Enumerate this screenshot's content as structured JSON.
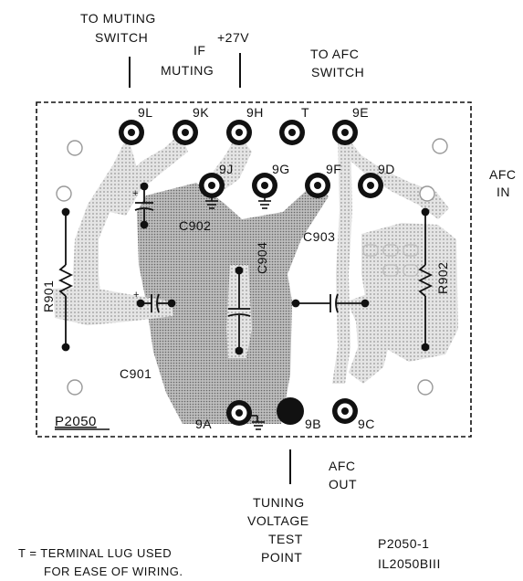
{
  "labels": {
    "to_muting_l1": "TO MUTING",
    "to_muting_l2": "SWITCH",
    "if_muting_l1": "IF",
    "if_muting_l2": "MUTING",
    "plus27v": "+27V",
    "to_afc_l1": "TO AFC",
    "to_afc_l2": "SWITCH",
    "afc_in_l1": "AFC",
    "afc_in_l2": "IN",
    "afc_out_l1": "AFC",
    "afc_out_l2": "OUT",
    "tuning_l1": "TUNING",
    "tuning_l2": "VOLTAGE",
    "tuning_l3": "TEST",
    "tuning_l4": "POINT",
    "note_l1": "T = TERMINAL LUG USED",
    "note_l2": "FOR EASE OF WIRING.",
    "doc_l1": "P2050-1",
    "doc_l2": "IL2050BIII"
  },
  "board": {
    "board_name": "P2050",
    "terminals": {
      "t9L": "9L",
      "t9K": "9K",
      "t9H": "9H",
      "tT": "T",
      "t9E": "9E",
      "t9J": "9J",
      "t9G": "9G",
      "t9F": "9F",
      "t9D": "9D",
      "t9A": "9A",
      "t9B": "9B",
      "t9C": "9C"
    },
    "components": {
      "c902": "C902",
      "c903": "C903",
      "c904": "C904",
      "c901": "C901",
      "r901": "R901",
      "r902": "R902"
    }
  },
  "colors": {
    "ink": "#111111",
    "trace": "#c9c9c9",
    "board": "#ffffff"
  }
}
